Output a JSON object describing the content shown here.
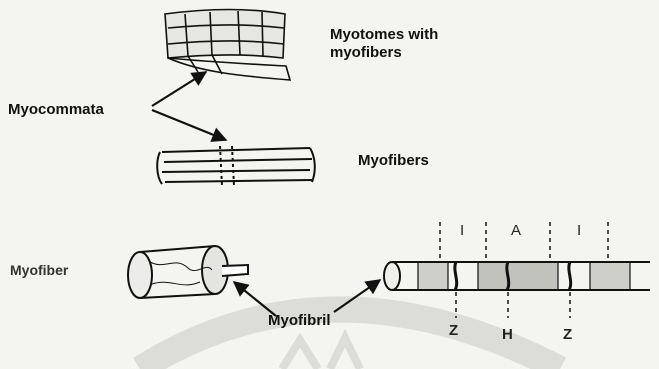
{
  "labels": {
    "myotomes_line1": "Myotomes with",
    "myotomes_line2": "myofibers",
    "myocommata": "Myocommata",
    "myofibers": "Myofibers",
    "myofiber": "Myofiber",
    "myofibril": "Myofibril"
  },
  "bands": {
    "i_left": "I",
    "a": "A",
    "i_right": "I",
    "z_left": "Z",
    "h": "H",
    "z_right": "Z"
  },
  "colors": {
    "ink": "#111111",
    "background": "#f4f4f1",
    "watermark": "#c9c9c4"
  }
}
